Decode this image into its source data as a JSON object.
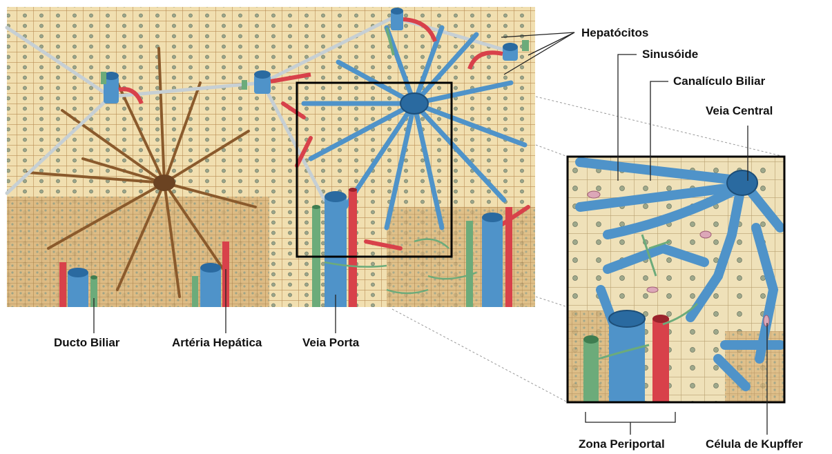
{
  "labels": {
    "hepatocitos": "Hepatócitos",
    "sinusoide": "Sinusóide",
    "canaliculo_biliar": "Canalículo Biliar",
    "veia_central": "Veia Central",
    "ducto_biliar": "Ducto Biliar",
    "arteria_hepatica": "Artéria Hepática",
    "veia_porta": "Veia Porta",
    "zona_periportal": "Zona Periportal",
    "celula_kupffer": "Célula de Kupffer"
  },
  "colors": {
    "hepatocyte": "#f1dfb0",
    "cell_border": "#b98e55",
    "nucleus": "#9aa58a",
    "vein_blue": "#4f93c9",
    "vein_dark": "#2a6aa0",
    "artery_red": "#d8414a",
    "bile_green": "#6cab7a",
    "septum_grey": "#c6cfd4"
  }
}
